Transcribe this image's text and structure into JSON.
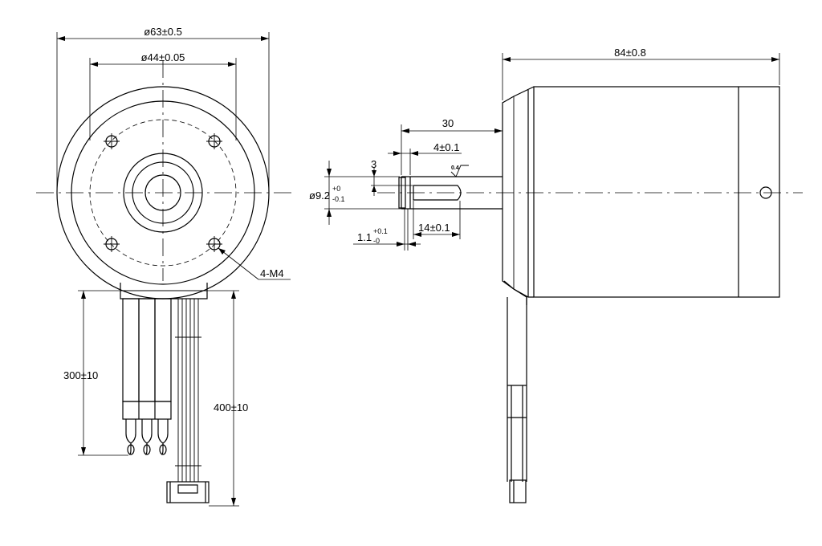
{
  "front_view": {
    "dim_outer_diameter": "ø63±0.5",
    "dim_pilot_diameter": "ø44±0.05",
    "dim_mount_holes": "4-M4",
    "dim_short_leads": "300±10",
    "dim_long_leads": "400±10"
  },
  "side_view": {
    "dim_length": "84±0.8",
    "dim_shaft_length": "30",
    "dim_key_offset": "4±0.1",
    "dim_groove_width": "3",
    "dim_shaft_dia_base": "ø9.2",
    "dim_shaft_dia_tol_upper": "+0",
    "dim_shaft_dia_tol_lower": "-0.1",
    "dim_flat_length": "14±0.1",
    "dim_ring_base": "1.1",
    "dim_ring_tol_upper": "+0.1",
    "dim_ring_tol_lower": "-0",
    "surface_finish": "0.4"
  }
}
